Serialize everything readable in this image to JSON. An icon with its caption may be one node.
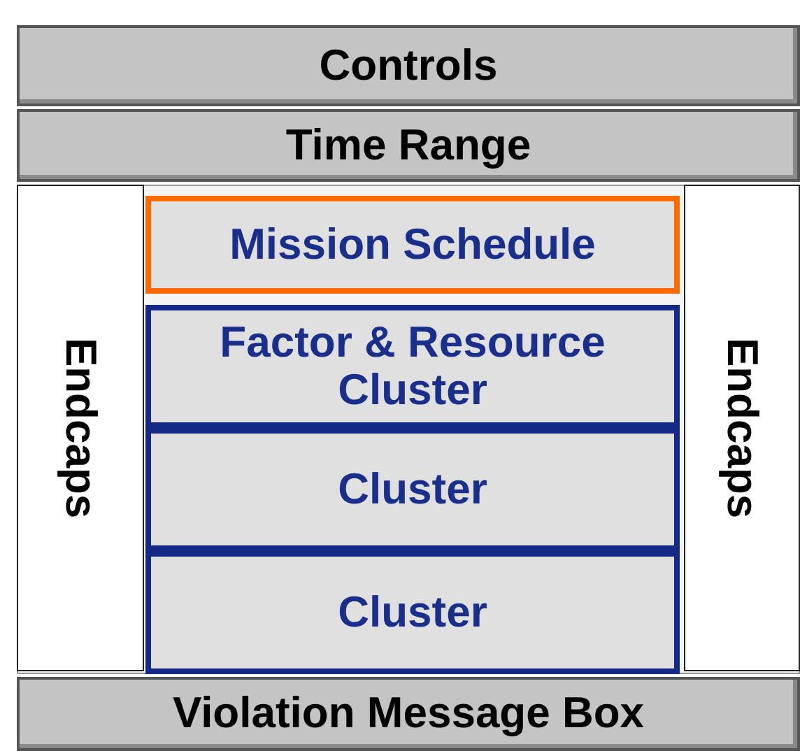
{
  "diagram": {
    "nodes": [
      {
        "text": [
          "Controls"
        ]
      },
      {
        "text": [
          "Time Range"
        ]
      },
      {
        "text": [
          "Endcaps"
        ]
      },
      {
        "text": [
          "Mission Schedule"
        ]
      },
      {
        "text": [
          "Factor & Resource Cluster"
        ]
      },
      {
        "text": [
          "Cluster"
        ]
      },
      {
        "text": [
          "Cluster"
        ]
      },
      {
        "text": [
          "Endcaps"
        ]
      },
      {
        "text": [
          "Violation Message Box"
        ]
      }
    ]
  }
}
